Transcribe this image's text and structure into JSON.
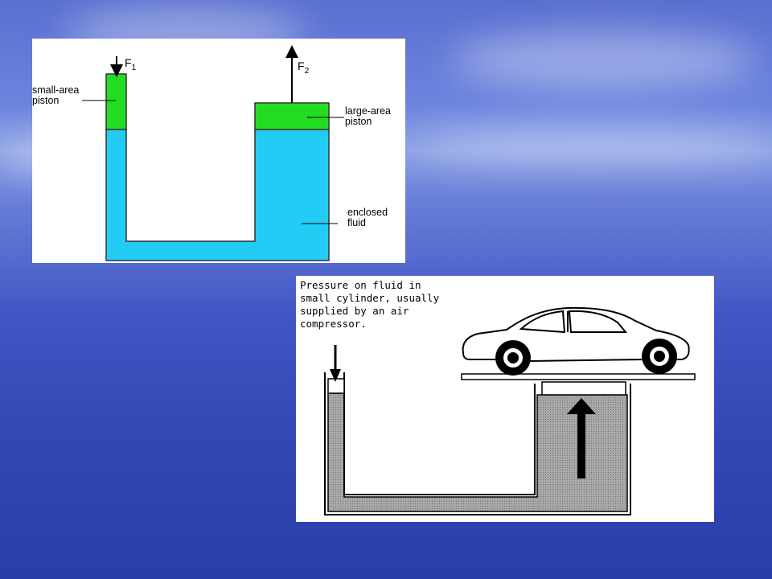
{
  "top_diagram": {
    "force_in": {
      "main": "F",
      "sub": "1"
    },
    "force_out": {
      "main": "F",
      "sub": "2"
    },
    "small_piston": [
      "small-area",
      "piston"
    ],
    "large_piston": [
      "large-area",
      "piston"
    ],
    "fluid": [
      "enclosed",
      "fluid"
    ],
    "colors": {
      "piston": "#22dd22",
      "fluid": "#22ccf4"
    }
  },
  "bottom_diagram": {
    "caption": [
      "Pressure on fluid in",
      "small cylinder, usually",
      "supplied by an air",
      "compressor."
    ],
    "colors": {
      "fluid": "#a8a8a8"
    }
  }
}
